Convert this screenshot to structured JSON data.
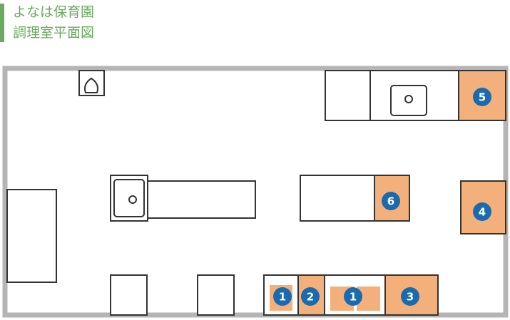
{
  "title": {
    "line1": "よなは保育園",
    "line2": "調理室平面図"
  },
  "colors": {
    "accent_green": "#6aaa5e",
    "wall_gray": "#b5b5b5",
    "equipment_orange": "#f4b07b",
    "badge_blue": "#1a6aaf",
    "line_dark": "#333333"
  },
  "markers": [
    "1",
    "2",
    "1",
    "3",
    "4",
    "5",
    "6"
  ],
  "icons": {
    "sink": "sink-icon",
    "toilet": "toilet-icon",
    "marker": "number-badge"
  }
}
